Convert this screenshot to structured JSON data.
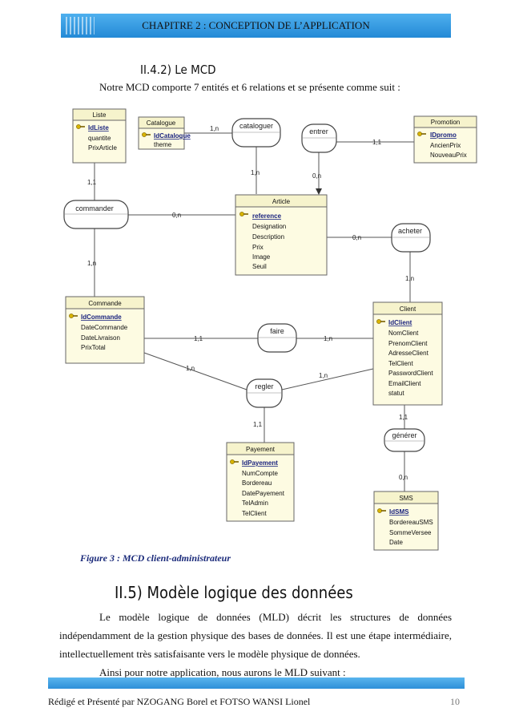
{
  "header": {
    "title": "CHAPITRE 2 : CONCEPTION DE L’APPLICATION"
  },
  "section_mcd": {
    "heading": "II.4.2) Le MCD",
    "intro": "Notre MCD comporte 7 entités et 6 relations et se présente comme suit :"
  },
  "diagram": {
    "entities": {
      "liste": {
        "name": "Liste",
        "key": "IdListe",
        "attrs": [
          "quantite",
          "PrixArticle"
        ]
      },
      "catalogue": {
        "name": "Catalogue",
        "key": "IdCatalogue",
        "attrs": [
          "theme"
        ]
      },
      "promotion": {
        "name": "Promotion",
        "key": "IDpromo",
        "attrs": [
          "AncienPrix",
          "NouveauPrix"
        ]
      },
      "article": {
        "name": "Article",
        "key": "reference",
        "attrs": [
          "Designation",
          "Description",
          "Prix",
          "Image",
          "Seuil"
        ]
      },
      "commande": {
        "name": "Commande",
        "key": "IdCommande",
        "attrs": [
          "DateCommande",
          "DateLivraison",
          "PrixTotal"
        ]
      },
      "client": {
        "name": "Client",
        "key": "IdClient",
        "attrs": [
          "NomClient",
          "PrenomClient",
          "AdresseClient",
          "TelClient",
          "PasswordClient",
          "EmailClient",
          "statut"
        ]
      },
      "payement": {
        "name": "Payement",
        "key": "IdPayement",
        "attrs": [
          "NumCompte",
          "Bordereau",
          "DatePayement",
          "TelAdmin",
          "TelClient"
        ]
      },
      "sms": {
        "name": "SMS",
        "key": "IdSMS",
        "attrs": [
          "BordereauSMS",
          "SommeVersee",
          "Date"
        ]
      }
    },
    "relations": {
      "cataloguer": "cataloguer",
      "entrer": "entrer",
      "commander": "commander",
      "acheter": "acheter",
      "faire": "faire",
      "regler": "regler",
      "generer": "générer"
    },
    "cardinalities": {
      "catalogue_cataloguer": "1,n",
      "cataloguer_article": "1,n",
      "entrer_promotion": "1,1",
      "entrer_article": "0,n",
      "liste_commander": "1,1",
      "commander_article": "0,n",
      "commander_commande": "1,n",
      "acheter_article": "0,n",
      "acheter_client": "1,n",
      "commande_faire": "1,1",
      "faire_client": "1,n",
      "commande_regler": "1,n",
      "regler_client": "1,n",
      "regler_payement": "1,1",
      "client_generer": "1,1",
      "generer_sms": "0,n"
    }
  },
  "figure_caption": "Figure 3 : MCD client-administrateur",
  "section_mld": {
    "heading": "II.5) Modèle logique des données",
    "p1_line1": "Le modèle logique de données (MLD) décrit les structures de données",
    "p1_line2": "indépendamment de la gestion physique des bases de données. Il est une étape intermédiaire,",
    "p1_line3": "intellectuellement très satisfaisante vers le modèle physique de données.",
    "p2": "Ainsi pour notre application, nous aurons le MLD suivant :"
  },
  "footer": {
    "text": "Rédigé et Présenté par NZOGANG Borel et FOTSO WANSI Lionel",
    "page": "10"
  }
}
